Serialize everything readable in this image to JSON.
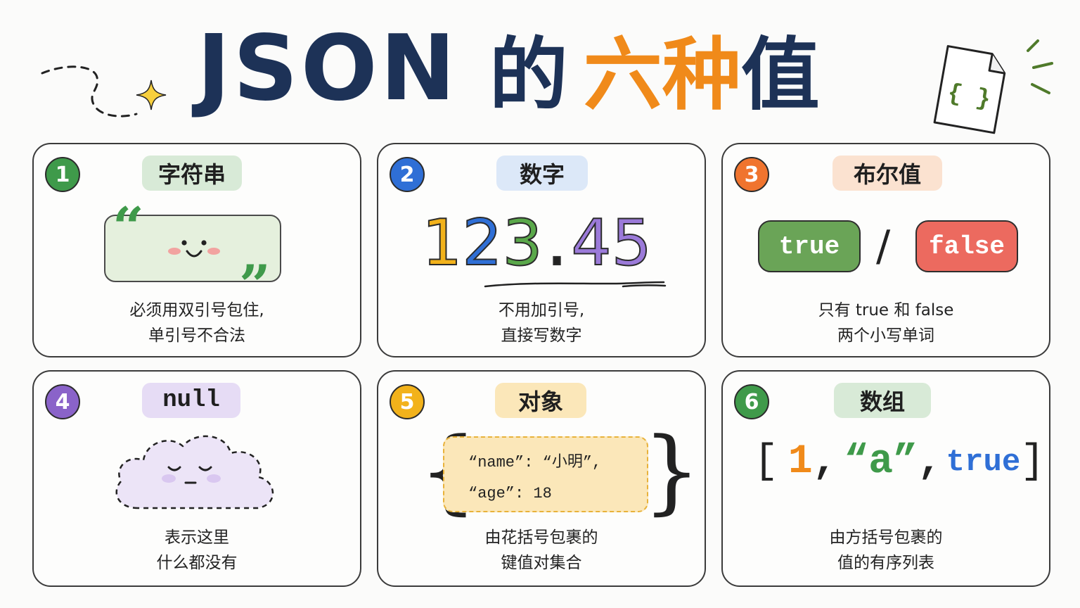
{
  "title": {
    "part1": "JSON",
    "part2": "的",
    "part3": "六种",
    "part4": "值"
  },
  "icons": {
    "file_icon_text": "{ }"
  },
  "colors": {
    "green": "#3f9a4a",
    "blue": "#2f6fd6",
    "orange": "#f08a1a",
    "purple": "#8a63c9",
    "yellow": "#f2b21b",
    "navy": "#1d3257",
    "true_green": "#6aa457",
    "false_red": "#ec6a5f"
  },
  "cards": [
    {
      "number": "1",
      "pill": "字符串",
      "desc": [
        "必须用双引号包住,",
        "单引号不合法"
      ]
    },
    {
      "number": "2",
      "pill": "数字",
      "big_number": [
        "1",
        "2",
        "3",
        ".",
        "4",
        "5"
      ],
      "desc": [
        "不用加引号,",
        "直接写数字"
      ]
    },
    {
      "number": "3",
      "pill": "布尔值",
      "true_label": "true",
      "slash": "/",
      "false_label": "false",
      "desc": [
        "只有 true 和 false",
        "两个小写单词"
      ]
    },
    {
      "number": "4",
      "pill": "null",
      "desc": [
        "表示这里",
        "什么都没有"
      ]
    },
    {
      "number": "5",
      "pill": "对象",
      "object_lines": [
        "“name”: “小明”,",
        "“age”:  18"
      ],
      "desc": [
        "由花括号包裹的",
        "键值对集合"
      ]
    },
    {
      "number": "6",
      "pill": "数组",
      "array_tokens": [
        "[",
        "1",
        ",",
        "“a”",
        ",",
        "true",
        "]"
      ],
      "desc": [
        "由方括号包裹的",
        "值的有序列表"
      ]
    }
  ]
}
